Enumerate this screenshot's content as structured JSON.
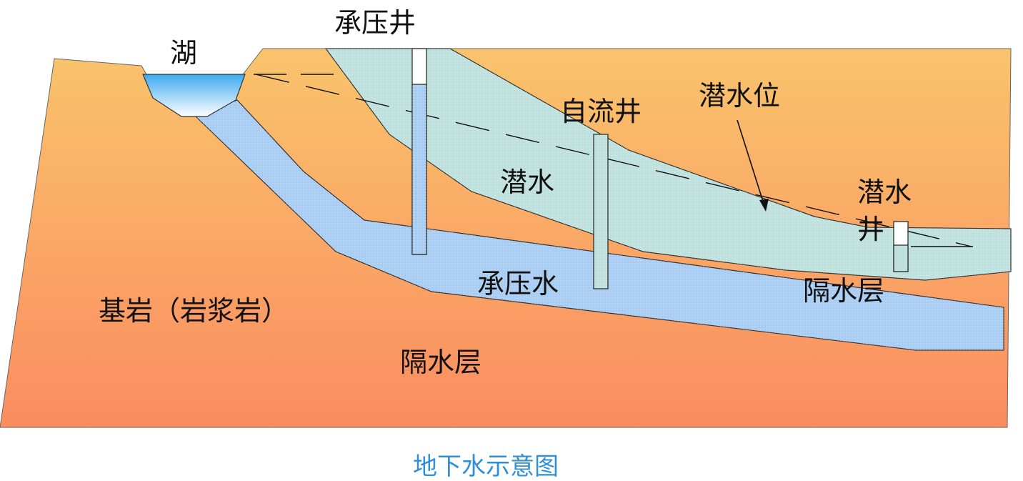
{
  "labels": {
    "lake": "湖",
    "confined_well": "承压井",
    "artesian_well": "自流井",
    "water_table": "潜水位",
    "phreatic_water": "潜水",
    "phreatic_well": "潜水井",
    "confined_water": "承压水",
    "aquiclude_upper": "隔水层",
    "aquiclude_lower": "隔水层",
    "bedrock": "基岩（岩浆岩）"
  },
  "caption": "地下水示意图",
  "colors": {
    "ground_top": "#f9c46c",
    "ground_bottom": "#fb8c60",
    "phreatic_aquifer": "#bfe1dd",
    "confined_aquifer": "#a9cdf2",
    "lake_top": "#3da9ef",
    "lake_bottom": "#ffffff",
    "caption": "#2f8fd8",
    "outline": "#222222"
  }
}
